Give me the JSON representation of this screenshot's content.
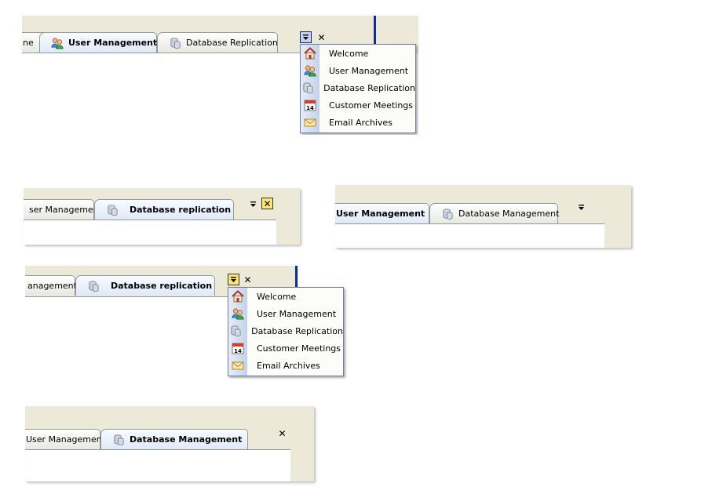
{
  "panel1": {
    "tabs": [
      {
        "label": "ne",
        "icon": "none",
        "active": false
      },
      {
        "label": "User Management",
        "icon": "users-icon",
        "active": true
      },
      {
        "label": "Database Replication",
        "icon": "database-icon",
        "active": false
      }
    ],
    "close_glyph": "✕",
    "menu": [
      {
        "label": "Welcome",
        "icon": "home-icon"
      },
      {
        "label": "User Management",
        "icon": "users-icon"
      },
      {
        "label": "Database Replication",
        "icon": "database-icon"
      },
      {
        "label": "Customer Meetings",
        "icon": "calendar-icon"
      },
      {
        "label": "Email Archives",
        "icon": "envelope-icon"
      }
    ],
    "calendar_day": "14"
  },
  "panel2": {
    "tabs": [
      {
        "label": "ser Management",
        "icon": "none",
        "active": false
      },
      {
        "label": "Database replication",
        "icon": "database-icon",
        "active": true
      }
    ],
    "close_glyph": "✕"
  },
  "panel3": {
    "tabs": [
      {
        "label": "User Management",
        "icon": "none",
        "active": true
      },
      {
        "label": "Database Management",
        "icon": "database-icon",
        "active": false
      }
    ]
  },
  "panel4": {
    "tabs": [
      {
        "label": "anagement",
        "icon": "none",
        "active": false
      },
      {
        "label": "Database replication",
        "icon": "database-icon",
        "active": true
      }
    ],
    "close_glyph": "✕",
    "menu": [
      {
        "label": "Welcome",
        "icon": "home-icon"
      },
      {
        "label": "User Management",
        "icon": "users-icon"
      },
      {
        "label": "Database Replication",
        "icon": "database-icon"
      },
      {
        "label": "Customer Meetings",
        "icon": "calendar-icon"
      },
      {
        "label": "Email Archives",
        "icon": "envelope-icon"
      }
    ],
    "calendar_day": "14"
  },
  "panel5": {
    "tabs": [
      {
        "label": "User Management",
        "icon": "none",
        "active": false
      },
      {
        "label": "Database Management",
        "icon": "database-icon",
        "active": true
      }
    ],
    "close_glyph": "✕"
  },
  "colors": {
    "strip": "#ece9d8",
    "active_tab": "#dfe9f7",
    "hot_button": "#fde56f",
    "menu_border": "#6c7fa8",
    "accent_blue": "#0a2ea0"
  }
}
